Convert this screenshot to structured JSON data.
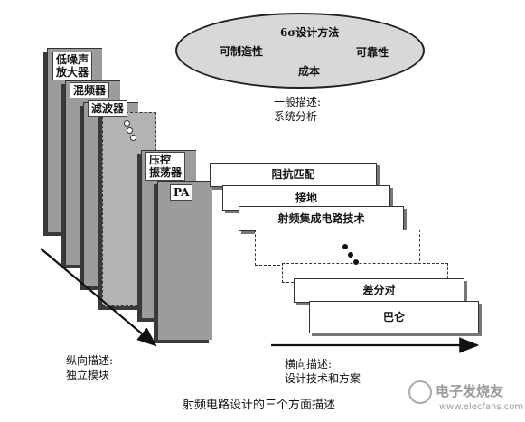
{
  "ellipse": {
    "title": "6σ设计方法",
    "left": "可制造性",
    "right": "可靠性",
    "bottom": "成本"
  },
  "general": {
    "line1": "一般描述:",
    "line2": "系统分析"
  },
  "vertical_cards": [
    "低噪声\n放大器",
    "混频器",
    "滤波器",
    "",
    "压控\n振荡器",
    "PA"
  ],
  "vertical": {
    "line1": "纵向描述:",
    "line2": "独立模块"
  },
  "horizontal_cards": [
    "阻抗匹配",
    "接地",
    "射频集成电路技术",
    "",
    "",
    "差分对",
    "巴仑"
  ],
  "horizontal": {
    "line1": "横向描述:",
    "line2": "设计技术和方案"
  },
  "caption": "射频电路设计的三个方面描述",
  "watermark": {
    "brand": "电子发烧友",
    "url": "www.elecfans.com"
  }
}
